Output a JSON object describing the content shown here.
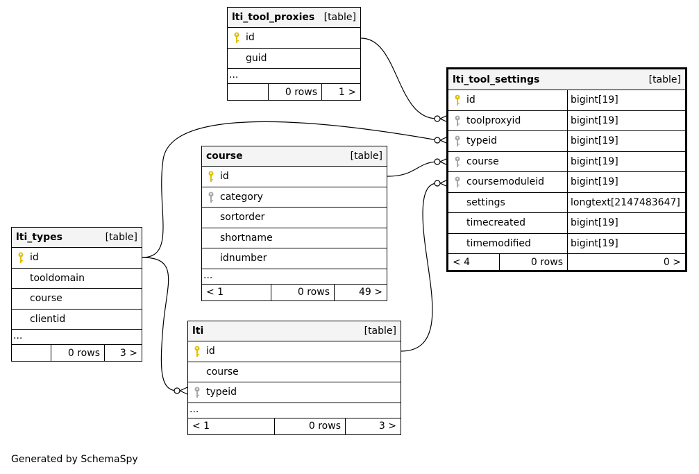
{
  "tables": {
    "proxies": {
      "name": "lti_tool_proxies",
      "kind": "[table]",
      "columns": [
        {
          "name": "id",
          "icon": "primary-key"
        },
        {
          "name": "guid",
          "icon": ""
        }
      ],
      "more": "...",
      "footer": {
        "left": "",
        "rows": "0 rows",
        "right": "1 >"
      }
    },
    "settings": {
      "name": "lti_tool_settings",
      "kind": "[table]",
      "columns": [
        {
          "name": "id",
          "type": "bigint[19]",
          "icon": "primary-key"
        },
        {
          "name": "toolproxyid",
          "type": "bigint[19]",
          "icon": "foreign-key"
        },
        {
          "name": "typeid",
          "type": "bigint[19]",
          "icon": "foreign-key"
        },
        {
          "name": "course",
          "type": "bigint[19]",
          "icon": "foreign-key"
        },
        {
          "name": "coursemoduleid",
          "type": "bigint[19]",
          "icon": "foreign-key"
        },
        {
          "name": "settings",
          "type": "longtext[2147483647]",
          "icon": ""
        },
        {
          "name": "timecreated",
          "type": "bigint[19]",
          "icon": ""
        },
        {
          "name": "timemodified",
          "type": "bigint[19]",
          "icon": ""
        }
      ],
      "footer": {
        "left": "< 4",
        "rows": "0 rows",
        "right": "0 >"
      }
    },
    "course": {
      "name": "course",
      "kind": "[table]",
      "columns": [
        {
          "name": "id",
          "icon": "primary-key"
        },
        {
          "name": "category",
          "icon": "foreign-key"
        },
        {
          "name": "sortorder",
          "icon": ""
        },
        {
          "name": "shortname",
          "icon": ""
        },
        {
          "name": "idnumber",
          "icon": ""
        }
      ],
      "more": "...",
      "footer": {
        "left": "< 1",
        "rows": "0 rows",
        "right": "49 >"
      }
    },
    "types": {
      "name": "lti_types",
      "kind": "[table]",
      "columns": [
        {
          "name": "id",
          "icon": "primary-key"
        },
        {
          "name": "tooldomain",
          "icon": ""
        },
        {
          "name": "course",
          "icon": ""
        },
        {
          "name": "clientid",
          "icon": ""
        }
      ],
      "more": "...",
      "footer": {
        "left": "",
        "rows": "0 rows",
        "right": "3 >"
      }
    },
    "lti": {
      "name": "lti",
      "kind": "[table]",
      "columns": [
        {
          "name": "id",
          "icon": "primary-key"
        },
        {
          "name": "course",
          "icon": ""
        },
        {
          "name": "typeid",
          "icon": "foreign-key"
        }
      ],
      "more": "...",
      "footer": {
        "left": "< 1",
        "rows": "0 rows",
        "right": "3 >"
      }
    }
  },
  "colors": {
    "primary_key": "#e0c000",
    "foreign_key": "#a8a8a8",
    "header_bg": "#f4f4f4"
  },
  "caption": "Generated by SchemaSpy"
}
